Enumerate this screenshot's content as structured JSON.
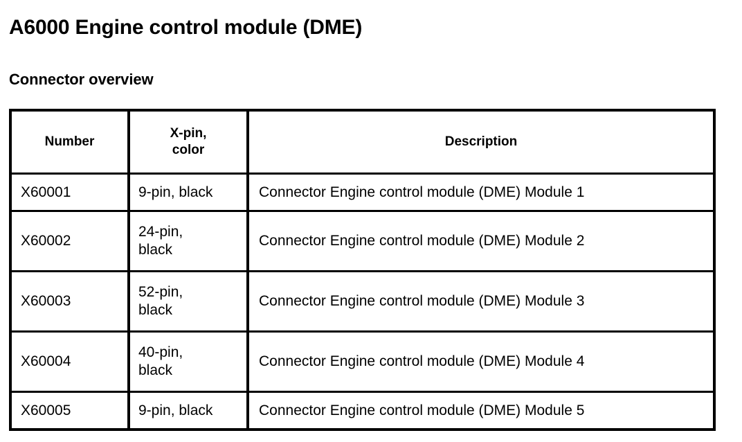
{
  "document": {
    "title": "A6000 Engine control module (DME)",
    "section_title": "Connector overview"
  },
  "table": {
    "name": "connector-overview-table",
    "headers": {
      "number": "Number",
      "pin_line1": "X-pin,",
      "pin_line2": "color",
      "description": "Description"
    },
    "rows": [
      {
        "number": "X60001",
        "pin_line1": "9-pin, black",
        "pin_line2": "",
        "description": "Connector Engine control module (DME) Module 1",
        "height": "short"
      },
      {
        "number": "X60002",
        "pin_line1": "24-pin,",
        "pin_line2": "black",
        "description": "Connector Engine control module (DME) Module 2",
        "height": "tall"
      },
      {
        "number": "X60003",
        "pin_line1": "52-pin,",
        "pin_line2": "black",
        "description": "Connector Engine control module (DME) Module 3",
        "height": "tall"
      },
      {
        "number": "X60004",
        "pin_line1": "40-pin,",
        "pin_line2": "black",
        "description": "Connector Engine control module (DME) Module 4",
        "height": "tall"
      },
      {
        "number": "X60005",
        "pin_line1": "9-pin, black",
        "pin_line2": "",
        "description": "Connector Engine control module (DME) Module 5",
        "height": "short"
      }
    ]
  },
  "colors": {
    "text": "#000000",
    "background": "#ffffff",
    "border": "#000000"
  }
}
